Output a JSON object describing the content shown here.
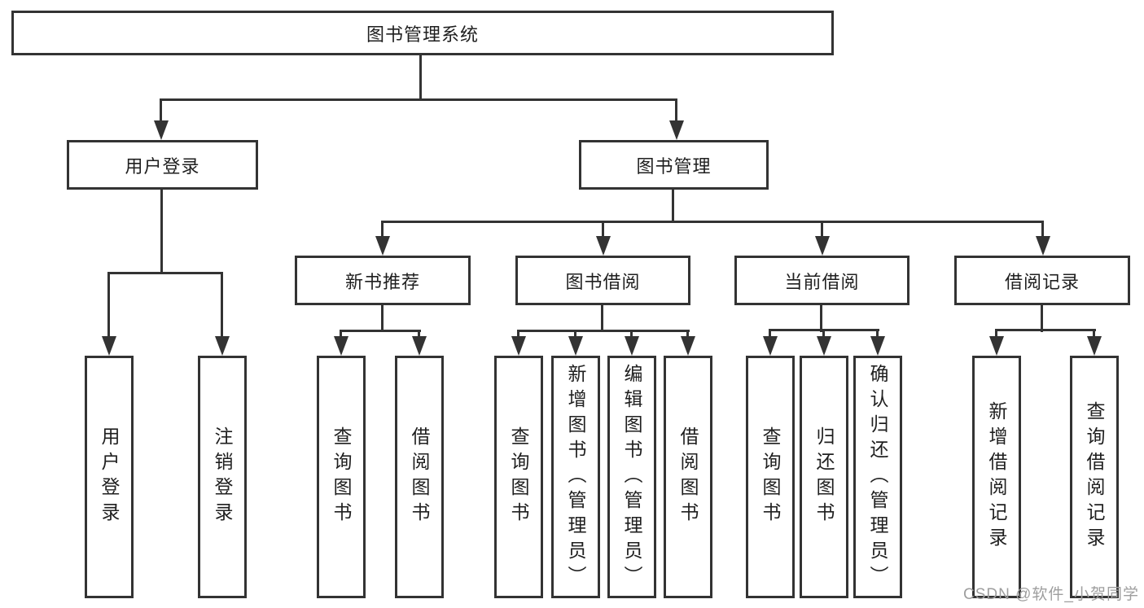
{
  "diagram": {
    "root": {
      "label": "图书管理系统"
    },
    "branches": [
      {
        "label": "用户登录",
        "children": [
          {
            "label": "用户登录"
          },
          {
            "label": "注销登录"
          }
        ]
      },
      {
        "label": "图书管理",
        "sections": [
          {
            "label": "新书推荐",
            "children": [
              {
                "label": "查询图书"
              },
              {
                "label": "借阅图书"
              }
            ]
          },
          {
            "label": "图书借阅",
            "children": [
              {
                "label": "查询图书"
              },
              {
                "label": "新增图书（管理员）"
              },
              {
                "label": "编辑图书（管理员）"
              },
              {
                "label": "借阅图书"
              }
            ]
          },
          {
            "label": "当前借阅",
            "children": [
              {
                "label": "查询图书"
              },
              {
                "label": "归还图书"
              },
              {
                "label": "确认归还（管理员）"
              }
            ]
          },
          {
            "label": "借阅记录",
            "children": [
              {
                "label": "新增借阅记录"
              },
              {
                "label": "查询借阅记录"
              }
            ]
          }
        ]
      }
    ]
  },
  "watermark": {
    "text": "CSDN @软件_小贺同学"
  },
  "colors": {
    "line": "#333333",
    "box_border": "#333333",
    "box_fill": "#ffffff",
    "text": "#1f1f1f",
    "watermark": "#9e9e9e"
  }
}
